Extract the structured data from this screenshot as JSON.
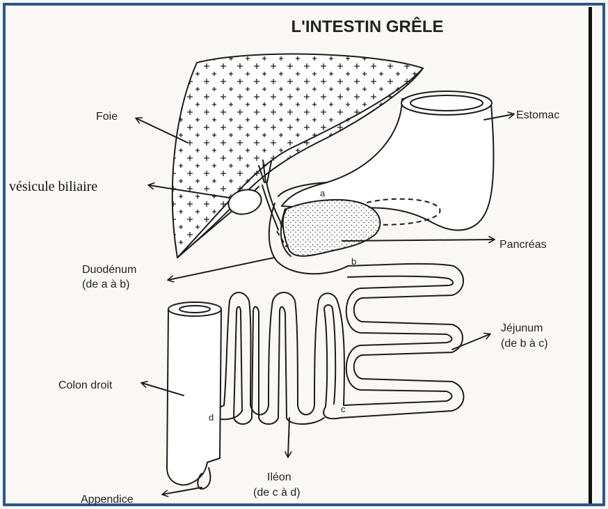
{
  "diagram": {
    "title": "L'INTESTIN GRÊLE",
    "labels": {
      "foie": "Foie",
      "estomac": "Estomac",
      "vesicule": "vésicule biliaire",
      "pancreas": "Pancréas",
      "duodenum": "Duodénum",
      "duodenum_range": "(de a à b)",
      "jejunum": "Jéjunum",
      "jejunum_range": "(de b à c)",
      "colon": "Colon droit",
      "ileon": "Iléon",
      "ileon_range": "(de c à d)",
      "appendice": "Appendice"
    },
    "markers": {
      "a": "a",
      "b": "b",
      "c": "c",
      "d": "d"
    }
  },
  "colors": {
    "frame_border": "#2b5591",
    "frame_right": "#111111",
    "ink": "#1c1c1c",
    "paper": "#f9f8f4"
  }
}
